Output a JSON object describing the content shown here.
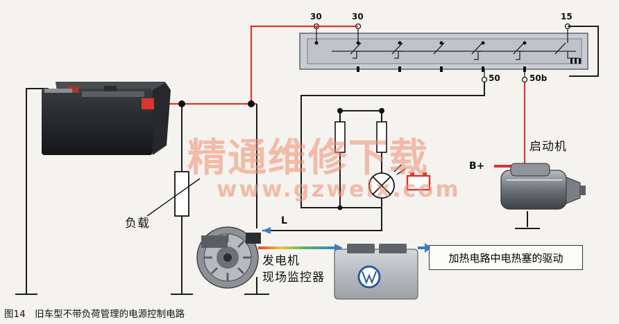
{
  "terminals": {
    "t30a": "30",
    "t30b": "30",
    "t15": "15",
    "t50": "50",
    "t50b": "50b"
  },
  "labels": {
    "starter": "启动机",
    "b_plus": "B+",
    "load": "负载",
    "line_l": "L",
    "regulator_line1": "发电机",
    "regulator_line2": "现场监控器",
    "heater_box": "加热电路中电热塞的驱动"
  },
  "caption": "图14　旧车型不带负荷管理的电源控制电路",
  "watermark": {
    "line1": "精通维修下载",
    "line2": "www.gzweix.com"
  },
  "colors": {
    "wire_red": "#d9362c",
    "wire_black": "#1a1a1a",
    "arrow_blue": "#3a7fc4",
    "panel": "#c9cdd3"
  }
}
